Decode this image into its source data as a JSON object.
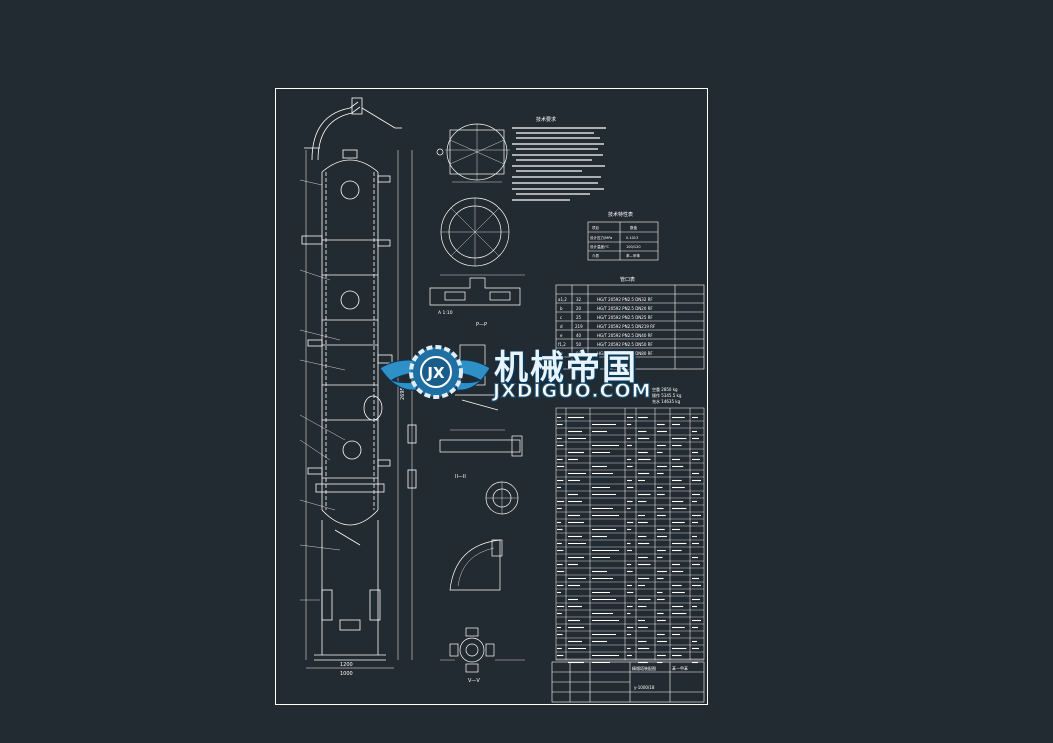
{
  "drawing": {
    "tech_requirements_title": "技术要求",
    "tech_char_title": "技术特性表",
    "nozzle_table_title": "管口表",
    "tech_table": [
      [
        "项目",
        "数值"
      ],
      [
        "设计压力/MPa",
        "0.1013"
      ],
      [
        "设计温度/℃",
        "100/120"
      ],
      [
        "介质",
        "苯—甲苯"
      ]
    ],
    "nozzle_rows": [
      [
        "a1,2",
        "32",
        "HG/T 20592 PN2.5 DN32 RF"
      ],
      [
        "b",
        "20",
        "HG/T 20592 PN2.5 DN20 RF"
      ],
      [
        "c",
        "25",
        "HG/T 20592 PN2.5 DN25 RF"
      ],
      [
        "d",
        "219",
        "HG/T 20592 PN2.5 DN219 RF"
      ],
      [
        "e",
        "40",
        "HG/T 20592 PN2.5 DN40 RF"
      ],
      [
        "f1,2",
        "50",
        "HG/T 20592 PN2.5 DN50 RF"
      ],
      [
        "g",
        "80",
        "HG/T 20592 PN2.5 DN80 RF"
      ]
    ],
    "weights": [
      "空重 2850 kg",
      "操作 5345.5 kg",
      "充水 14635 kg"
    ],
    "labels": {
      "section_p": "P—P",
      "section_ii": "II—II",
      "section_v": "V—V",
      "scale_a": "A 1:10",
      "drawing_no": "y-1000/18",
      "height_dim": "26950",
      "dim_1200": "1200",
      "dim_1000": "1000",
      "bom_title": "精馏塔装配图",
      "bom_sub": "苯—甲苯"
    }
  },
  "watermark": {
    "brand_cn": "机械帝国",
    "brand_en": "JXDIGUO.COM",
    "logo_text": "JX"
  },
  "colors": {
    "background": "#222a32",
    "line": "#ffffff",
    "watermark_blue": "#2f8fc7"
  }
}
